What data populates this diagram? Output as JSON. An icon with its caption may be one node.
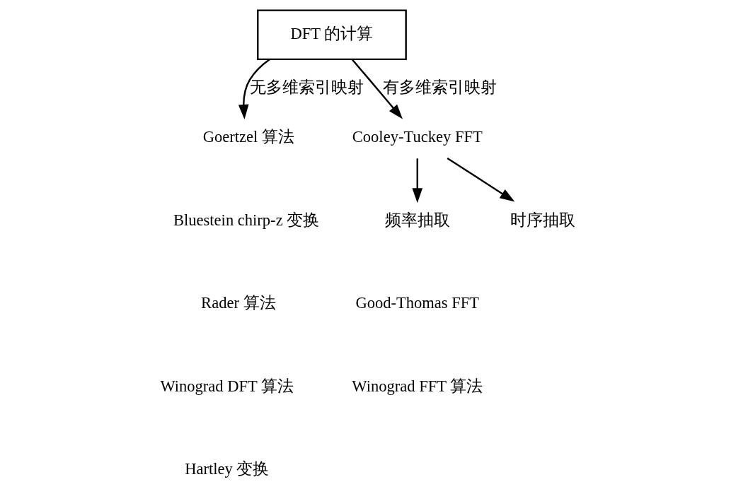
{
  "diagram": {
    "nodes": [
      {
        "text": [
          "DFT 的计算"
        ]
      },
      {
        "text": [
          "Goertzel 算法"
        ]
      },
      {
        "text": [
          "Cooley-Tuckey FFT"
        ]
      },
      {
        "text": [
          "频率抽取"
        ]
      },
      {
        "text": [
          "时序抽取"
        ]
      }
    ],
    "edges": [
      {
        "from": 0,
        "to": 1,
        "arrow": "to",
        "label": "无多维索引映射"
      },
      {
        "from": 0,
        "to": 2,
        "arrow": "to",
        "label": "有多维索引映射"
      },
      {
        "from": 2,
        "to": 3,
        "arrow": "to"
      },
      {
        "from": 2,
        "to": 4,
        "arrow": "to"
      }
    ],
    "labels": [
      "Bluestein chirp-z 变换",
      "Rader 算法",
      "Winograd DFT 算法",
      "Hartley 变换",
      "Good-Thomas FFT",
      "Winograd FFT 算法"
    ]
  }
}
